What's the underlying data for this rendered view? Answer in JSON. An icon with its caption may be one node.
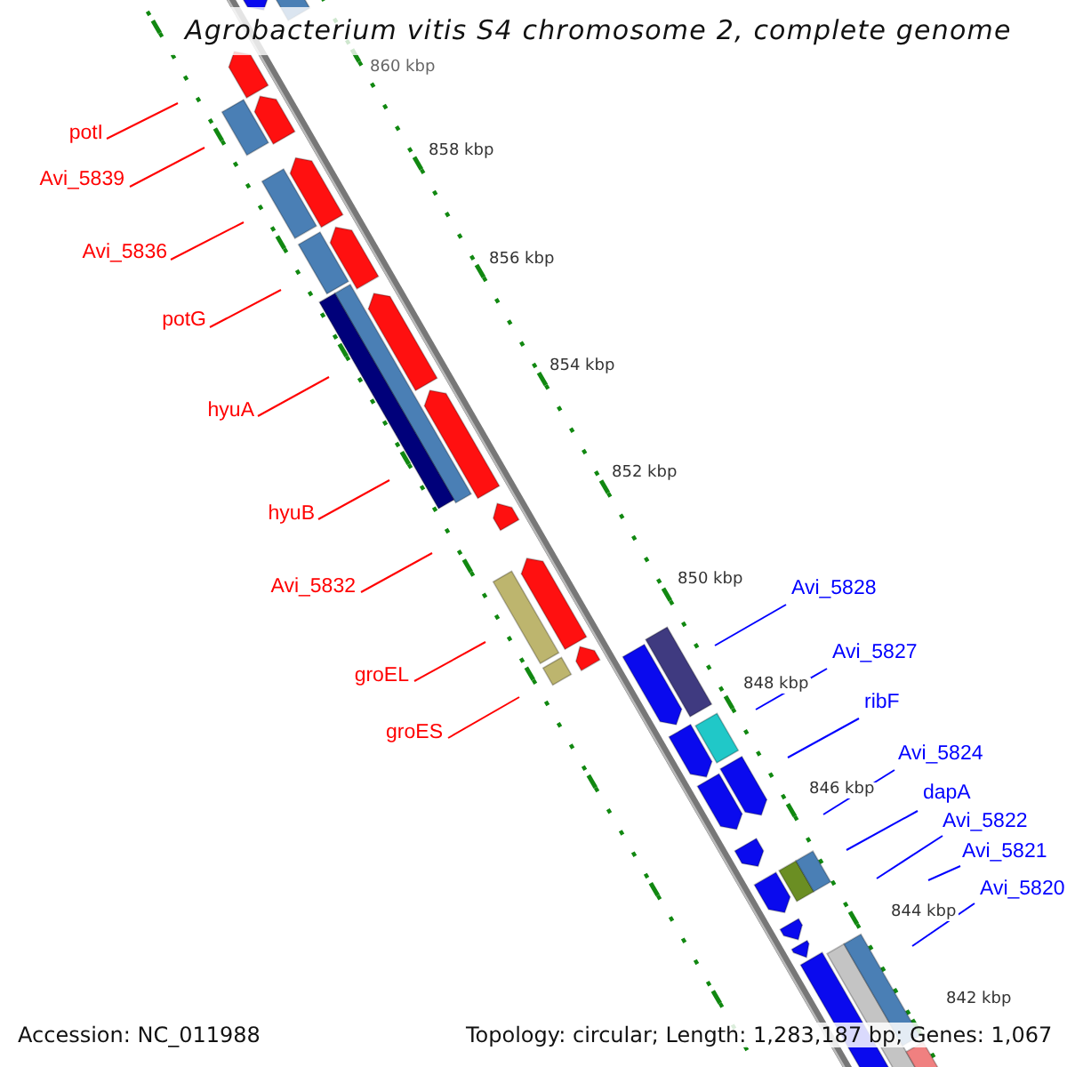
{
  "diagram": {
    "title": "Agrobacterium vitis S4 chromosome 2, complete genome",
    "nodes": [
      {
        "text": [
          "potI"
        ]
      },
      {
        "text": [
          "Avi_5839"
        ]
      },
      {
        "text": [
          "Avi_5836"
        ]
      },
      {
        "text": [
          "potG"
        ]
      },
      {
        "text": [
          "hyuA"
        ]
      },
      {
        "text": [
          "hyuB"
        ]
      },
      {
        "text": [
          "Avi_5832"
        ]
      },
      {
        "text": [
          "groEL"
        ]
      },
      {
        "text": [
          "groES"
        ]
      },
      {
        "text": [
          "Avi_5828"
        ]
      },
      {
        "text": [
          "Avi_5827"
        ]
      },
      {
        "text": [
          "ribF"
        ]
      },
      {
        "text": [
          "Avi_5824"
        ]
      },
      {
        "text": [
          "dapA"
        ]
      },
      {
        "text": [
          "Avi_5822"
        ]
      },
      {
        "text": [
          "Avi_5821"
        ]
      },
      {
        "text": [
          "Avi_5820"
        ]
      }
    ],
    "edges": [
      {
        "from": 0,
        "to": null,
        "arrow": "none"
      },
      {
        "from": 1,
        "to": null,
        "arrow": "none"
      },
      {
        "from": 2,
        "to": null,
        "arrow": "none"
      },
      {
        "from": 3,
        "to": null,
        "arrow": "none"
      },
      {
        "from": 4,
        "to": null,
        "arrow": "none"
      },
      {
        "from": 5,
        "to": null,
        "arrow": "none"
      },
      {
        "from": 6,
        "to": null,
        "arrow": "none"
      },
      {
        "from": 7,
        "to": null,
        "arrow": "none"
      },
      {
        "from": 8,
        "to": null,
        "arrow": "none"
      },
      {
        "from": 9,
        "to": null,
        "arrow": "none",
        "color": "#0000ff"
      },
      {
        "from": 10,
        "to": null,
        "arrow": "none",
        "color": "#0000ff"
      },
      {
        "from": 11,
        "to": null,
        "arrow": "none",
        "color": "#0000ff"
      },
      {
        "from": 12,
        "to": null,
        "arrow": "none",
        "color": "#0000ff"
      },
      {
        "from": 13,
        "to": null,
        "arrow": "none",
        "color": "#0000ff"
      },
      {
        "from": 14,
        "to": null,
        "arrow": "none",
        "color": "#0000ff"
      },
      {
        "from": 15,
        "to": null,
        "arrow": "none",
        "color": "#0000ff"
      },
      {
        "from": 16,
        "to": null,
        "arrow": "none",
        "color": "#0000ff"
      }
    ],
    "labels": [
      "860 kbp",
      "858 kbp",
      "856 kbp",
      "854 kbp",
      "852 kbp",
      "850 kbp",
      "848 kbp",
      "846 kbp",
      "844 kbp",
      "842 kbp",
      "Accession: NC_011988",
      "Topology: circular; Length: 1,283,187 bp; Genes: 1,067"
    ]
  }
}
